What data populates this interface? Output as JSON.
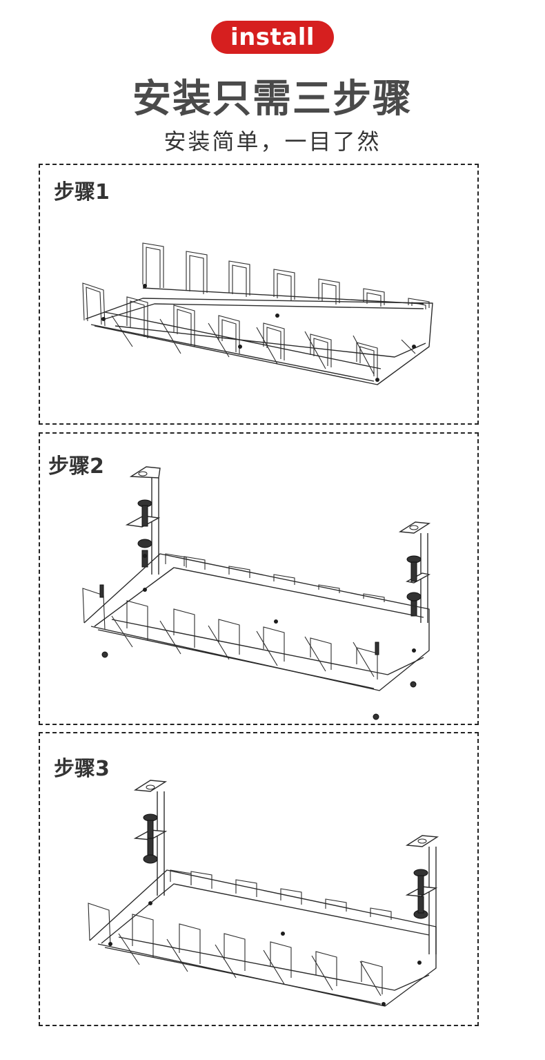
{
  "header": {
    "badge": "install",
    "title": "安装只需三步骤",
    "subtitle": "安装简单，一目了然"
  },
  "colors": {
    "accent": "#d61f1f",
    "title": "#4a4a4a",
    "border": "#222222"
  },
  "steps": [
    {
      "label": "步骤1"
    },
    {
      "label": "步骤2"
    },
    {
      "label": "步骤3"
    }
  ]
}
